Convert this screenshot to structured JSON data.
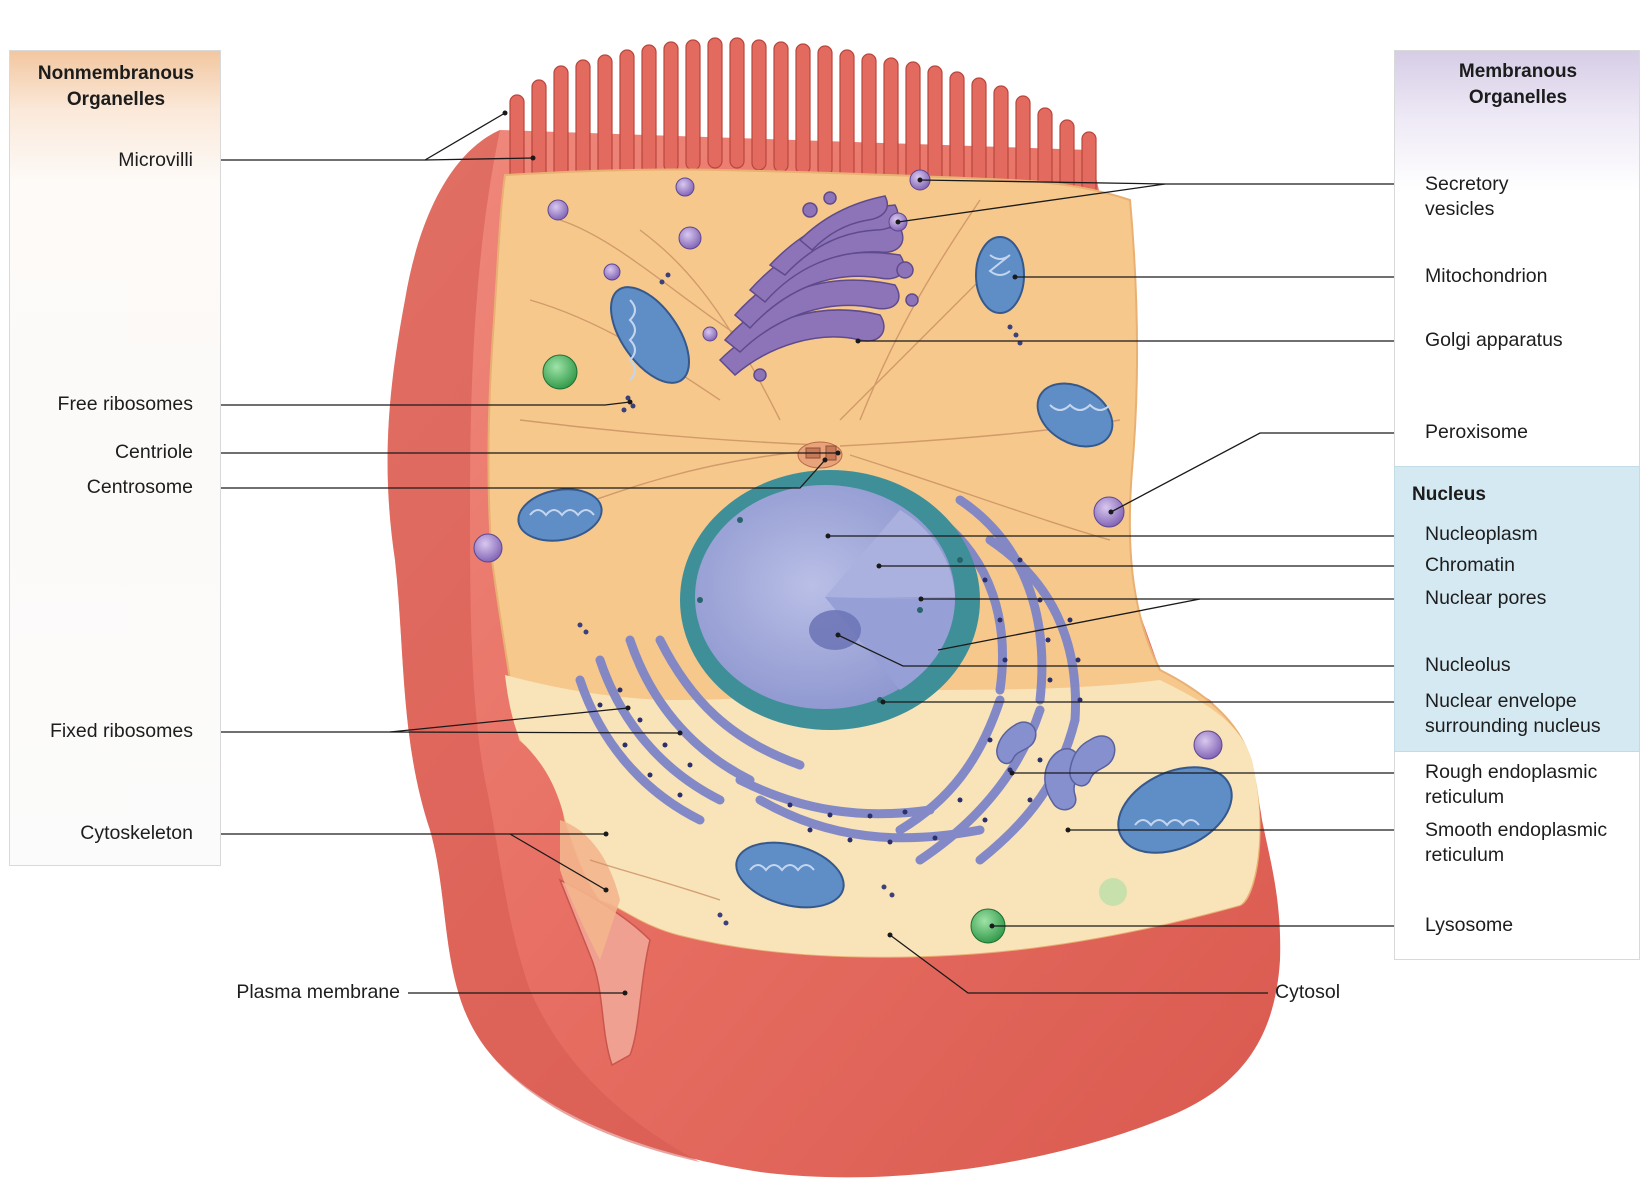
{
  "panels": {
    "nonmembranous_line1": "Nonmembranous",
    "nonmembranous_line2": "Organelles",
    "membranous_line1": "Membranous",
    "membranous_line2": "Organelles",
    "nucleus": "Nucleus"
  },
  "labels": {
    "microvilli": "Microvilli",
    "free_ribosomes": "Free ribosomes",
    "centriole": "Centriole",
    "centrosome": "Centrosome",
    "fixed_ribosomes": "Fixed ribosomes",
    "cytoskeleton": "Cytoskeleton",
    "plasma_membrane": "Plasma membrane",
    "cytosol": "Cytosol",
    "secretory_vesicles_1": "Secretory",
    "secretory_vesicles_2": "vesicles",
    "mitochondrion": "Mitochondrion",
    "golgi_apparatus": "Golgi apparatus",
    "peroxisome": "Peroxisome",
    "nucleoplasm": "Nucleoplasm",
    "chromatin": "Chromatin",
    "nuclear_pores": "Nuclear pores",
    "nucleolus": "Nucleolus",
    "nuclear_envelope_1": "Nuclear envelope",
    "nuclear_envelope_2": "surrounding nucleus",
    "rough_er_1": "Rough endoplasmic",
    "rough_er_2": "reticulum",
    "smooth_er_1": "Smooth endoplasmic",
    "smooth_er_2": "reticulum",
    "lysosome": "Lysosome"
  },
  "colors": {
    "membrane": "#e8766b",
    "cytoplasm": "#f7c98a",
    "nucleus": "#9ea6d8",
    "nuclear_envelope": "#3f8f98",
    "mitochondria": "#5a87c0",
    "golgi": "#8a6fb2",
    "er": "#7e86c8",
    "lysosome": "#3fae57",
    "vesicle": "#9a7ccb"
  }
}
